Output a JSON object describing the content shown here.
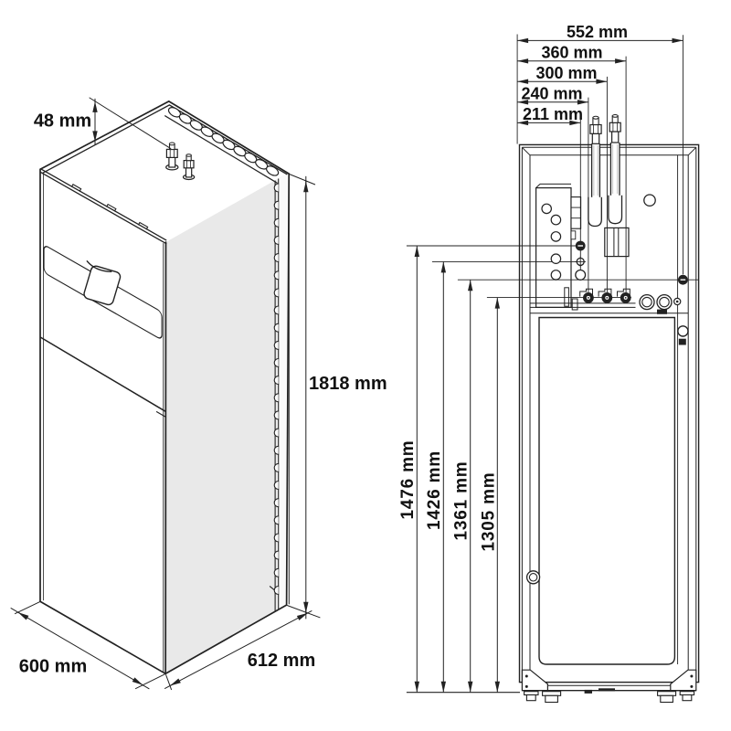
{
  "figure": {
    "type": "technical dimension drawing",
    "subject": "floor-standing heat pump / boiler unit",
    "views": [
      "isometric view",
      "front view"
    ],
    "line_color": "#222222",
    "side_face_color": "#e9e9e9"
  },
  "isometric_view": {
    "top_clearance_label": "48 mm",
    "height_label": "1818 mm",
    "width_label": "600 mm",
    "depth_label": "612 mm"
  },
  "front_view": {
    "width_dims_from_left": [
      "552 mm",
      "360 mm",
      "300 mm",
      "240 mm",
      "211 mm"
    ],
    "height_dims_from_floor": [
      "1476 mm",
      "1426 mm",
      "1361 mm",
      "1305 mm"
    ]
  }
}
